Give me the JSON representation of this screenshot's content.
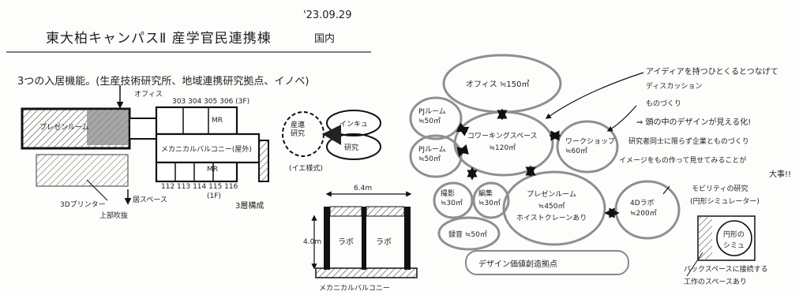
{
  "header": {
    "title": "東大柏キャンパスⅡ 産学官民連携棟",
    "date": "'23.09.29",
    "author": "国内"
  },
  "left": {
    "subtitle": "3つの入居機能。(生産技術研究所、地域連携研究拠点、イノベ)",
    "labels": {
      "office": "オフィス",
      "rooms_3f": "303 304   305 306 (3F)",
      "present": "プレゼンルーム",
      "mr1": "MR",
      "mr2": "MR",
      "balcony": "メカニカルバルコニー(屋外)",
      "rooms_1f": "112 113 114   115   116",
      "floor_1f": "(1F)",
      "printer": "3Dプリンター",
      "upper_open": "上部吹抜",
      "common": "居スペース",
      "three_layer": "3層構成"
    },
    "venn": {
      "a": "産連\n研究",
      "b": "インキュ",
      "c": "研究",
      "note": "(イエ様式)"
    },
    "section": {
      "width": "6.4m",
      "height": "4.0m",
      "lab1": "ラボ",
      "lab2": "ラボ",
      "caption": "メカニカルバルコニー"
    }
  },
  "right": {
    "bubbles": {
      "office": "オフィス ≒150㎡",
      "pj1": "PJルーム\n≒50㎡",
      "pj2": "PJルーム\n≒50㎡",
      "coworking": "コワーキングスペース\n≒120㎡",
      "workshop": "ワークショップ\n≒60㎡",
      "shoot": "撮影\n≒30㎡",
      "edit": "編集\n≒30㎡",
      "record": "録音 ≒50㎡",
      "present": "プレゼンルーム\n≒450㎡\nホイストクレーンあり",
      "fourd": "4Dラボ\n≒200㎡"
    },
    "annotations": {
      "idea": "アイディアを持つひとくるとつなげて",
      "discussion": "ディスカッション",
      "making": "ものづくり",
      "arrow_note": "⇒ 頭の中のデザインが見える化!",
      "research": "研究者同士に限らず企業とものづくり",
      "image": "イメージをもの作って見せてみることが",
      "important": "大事!!",
      "mobility": "モビリティの研究",
      "circuit": "(円形シミュレーター)",
      "sim1": "円形の",
      "sim2": "シミュ",
      "backspace": "バックスペースに接続する",
      "workshop_note": "工作のスペースあり"
    },
    "footer": "デザイン価値創造拠点"
  }
}
